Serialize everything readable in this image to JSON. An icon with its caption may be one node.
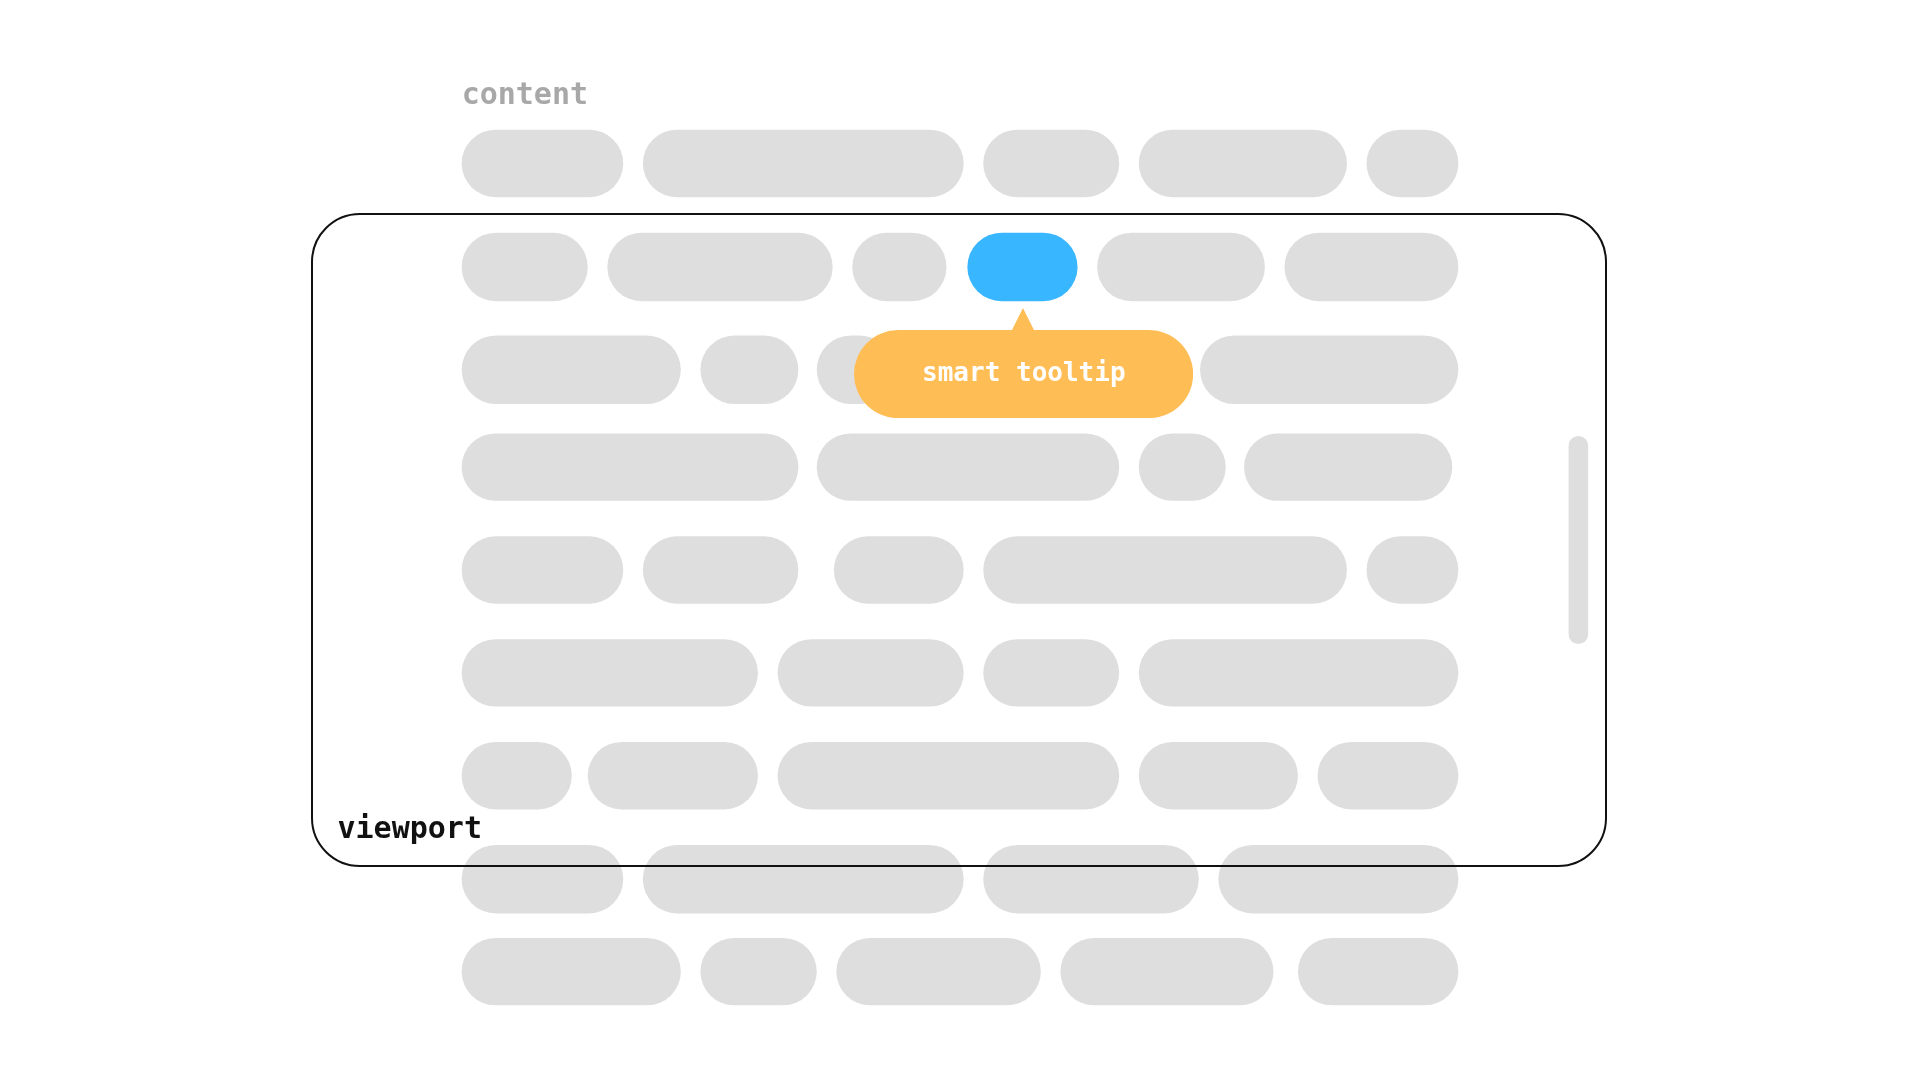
{
  "diagram": {
    "nodes": [
      {
        "text": [
          "viewport"
        ]
      },
      {
        "text": [
          "smart tooltip"
        ],
        "in": 0
      }
    ],
    "labels": [
      "content"
    ]
  }
}
